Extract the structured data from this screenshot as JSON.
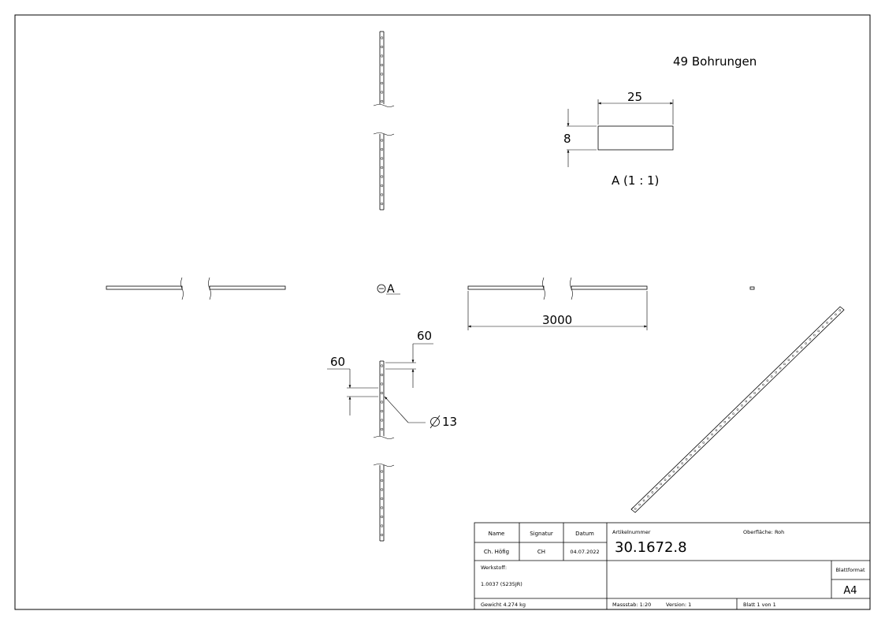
{
  "drawing": {
    "hole_count_note": "49 Bohrungen",
    "section_label": "A (1 : 1)",
    "section_marker": "A",
    "dims": {
      "width": "25",
      "thickness": "8",
      "length": "3000",
      "pitch": "60",
      "edge_offset": "60",
      "hole_diameter": "13"
    }
  },
  "title_block": {
    "col_name": "Name",
    "col_signature": "Signatur",
    "col_date": "Datum",
    "name": "Ch. Höfig",
    "signature": "CH",
    "date": "04.07.2022",
    "article_label": "Artikelnummer",
    "article_number": "30.1672.8",
    "surface": "Oberfläche:  Roh",
    "material_label": "Werkstoff:",
    "material": "1.0037 (S235JR)",
    "sheet_format_label": "Blattformat",
    "sheet_format": "A4",
    "weight": "Gewicht 4.274 kg",
    "scale": "Massstab: 1:20",
    "version": "Version: 1",
    "sheet": "Blatt 1 von 1"
  }
}
